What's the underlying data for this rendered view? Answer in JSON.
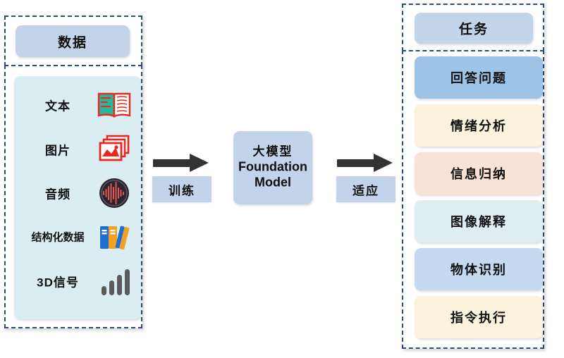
{
  "diagram": {
    "title_left": "数据",
    "title_right": "任务",
    "center_model": {
      "cn": "大模型",
      "en_line1": "Foundation",
      "en_line2": "Model"
    },
    "arrow_labels": {
      "train": "训练",
      "adapt": "适应"
    }
  },
  "data_sources": [
    {
      "label": "文本",
      "icon": "open-book-icon"
    },
    {
      "label": "图片",
      "icon": "photo-stack-icon"
    },
    {
      "label": "音频",
      "icon": "audio-waveform-icon"
    },
    {
      "label": "结构化数据",
      "icon": "books-icon"
    },
    {
      "label": "3D信号",
      "icon": "bar-signal-icon"
    }
  ],
  "tasks": [
    {
      "label": "回答问题",
      "color": "#9dc3e6"
    },
    {
      "label": "情绪分析",
      "color": "#fdf2de"
    },
    {
      "label": "信息归纳",
      "color": "#fae2d5"
    },
    {
      "label": "图像解释",
      "color": "#deedf2"
    },
    {
      "label": "物体识别",
      "color": "#c5d9f1"
    },
    {
      "label": "指令执行",
      "color": "#fdf2de"
    }
  ],
  "colors": {
    "dashed_border": "#2e4a7d",
    "header_box": "#c3d4ea",
    "data_panel": "#d9edf2",
    "arrow": "#333333",
    "icon_red": "#e8281e",
    "icon_green": "#2bb598",
    "icon_blue": "#1f6fd0",
    "icon_orange": "#f6a020",
    "icon_gray": "#5a5a5a",
    "icon_dark": "#2a2430"
  }
}
